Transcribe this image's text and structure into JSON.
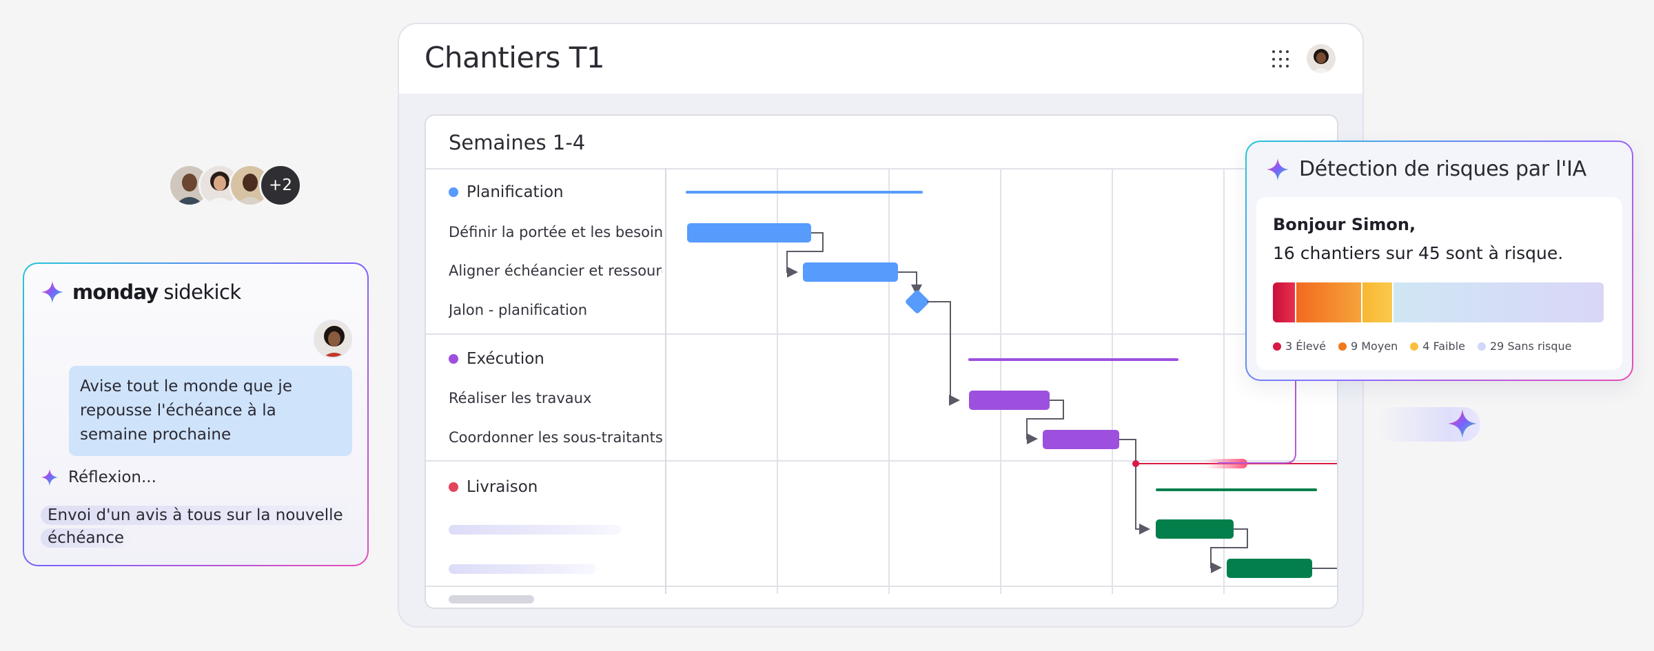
{
  "window": {
    "title": "Chantiers T1",
    "apps_icon": "grid-dots-icon"
  },
  "board": {
    "title": "Semaines 1-4",
    "groups": [
      {
        "name": "Planification",
        "color": "#579bfc",
        "tasks": [
          "Définir la portée et les besoins",
          "Aligner échéancier et ressources",
          "Jalon - planification"
        ]
      },
      {
        "name": "Exécution",
        "color": "#9d50dd",
        "tasks": [
          "Réaliser les travaux",
          "Coordonner les sous-traitants"
        ]
      },
      {
        "name": "Livraison",
        "color": "#e2445c",
        "tasks": []
      }
    ],
    "bar_colors": {
      "planification": "#579bfc",
      "execution": "#9d50dd",
      "livraison": "#037f4c",
      "risk": "#e2445c"
    }
  },
  "avatars": {
    "more_label": "+2"
  },
  "sidekick": {
    "brand_bold": "monday",
    "brand_light": "sidekick",
    "user_message": "Avise tout le monde que je repousse l'échéance à la semaine prochaine",
    "thinking": "Réflexion...",
    "result": "Envoi d'un avis à tous sur la nouvelle échéance"
  },
  "risk": {
    "title": "Détection de risques par l'IA",
    "greeting": "Bonjour Simon,",
    "message": "16 chantiers sur 45 sont à risque.",
    "segments": [
      {
        "label": "3 Élevé",
        "count": 3,
        "color": "#d91a46"
      },
      {
        "label": "9 Moyen",
        "count": 9,
        "color": "#f0781e"
      },
      {
        "label": "4 Faible",
        "count": 4,
        "color": "#fbbd3d"
      },
      {
        "label": "29 Sans risque",
        "count": 29,
        "color": "#cfd8fb"
      }
    ]
  }
}
